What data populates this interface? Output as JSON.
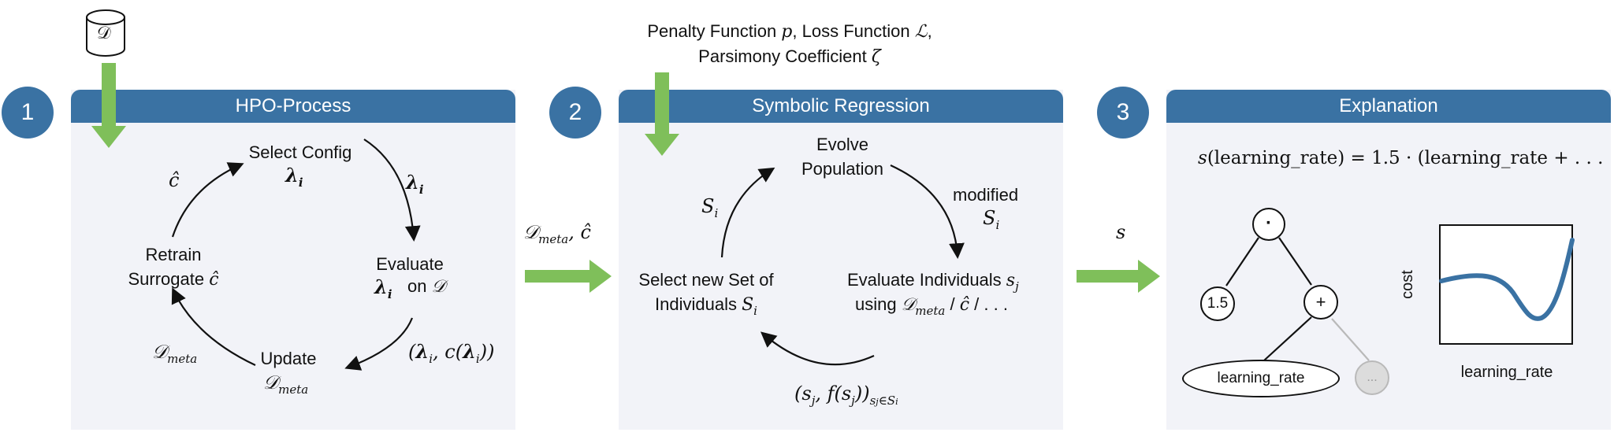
{
  "panels": [
    {
      "number": "1",
      "title": "HPO-Process",
      "select_config": "Select Config",
      "lambda_i": "λi",
      "evaluate": "Evaluate",
      "on_d": "on 𝒟",
      "update": "Update",
      "d_meta": "𝒟meta",
      "retrain_surrogate": "Retrain Surrogate ĉ",
      "c_hat": "ĉ",
      "pair": "(λi, c(λi))"
    },
    {
      "number": "2",
      "title": "Symbolic Regression",
      "evolve_population": "Evolve Population",
      "modified": "modified",
      "s_i": "Si",
      "evaluate_individuals": "Evaluate Individuals sj",
      "using_line": "using 𝒟meta / ĉ / . . .",
      "select_new_set": "Select new Set of Individuals Si",
      "result_tuple": "(sj, f(sj))sj∈Si"
    },
    {
      "number": "3",
      "title": "Explanation",
      "formula": "s(learning_rate) = 1.5 · (learning_rate + . . .",
      "tree_root": "·",
      "tree_const": "1.5",
      "tree_plus": "+",
      "tree_leaf": "learning_rate",
      "tree_ghost": "...",
      "plot_ylabel": "cost",
      "plot_xlabel": "learning_rate"
    }
  ],
  "inputs": {
    "dataset_icon": "𝒟",
    "sr_inputs": "Penalty Function p, Loss Function ℒ, Parsimony Coefficient ζ"
  },
  "connectors": {
    "arrow_1_2": "𝒟meta, ĉ",
    "arrow_2_3": "s"
  },
  "colors": {
    "header_blue": "#3a72a3",
    "panel_bg": "#f2f3f8",
    "arrow_green": "#7fbf5a",
    "curve_blue": "#3a72a3"
  }
}
